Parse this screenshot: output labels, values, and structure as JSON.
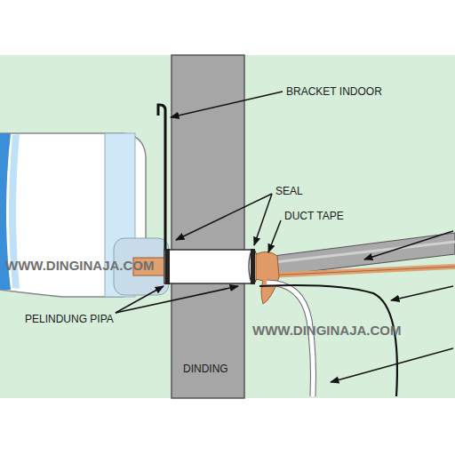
{
  "diagram": {
    "labels": [
      "BRACKET INDOOR",
      "SEAL",
      "DUCT TAPE",
      "WWW.DINGINAJA.COM",
      "PELINDUNG PIPA",
      "WWW.DINGINAJA.COM",
      "DINDING"
    ]
  }
}
